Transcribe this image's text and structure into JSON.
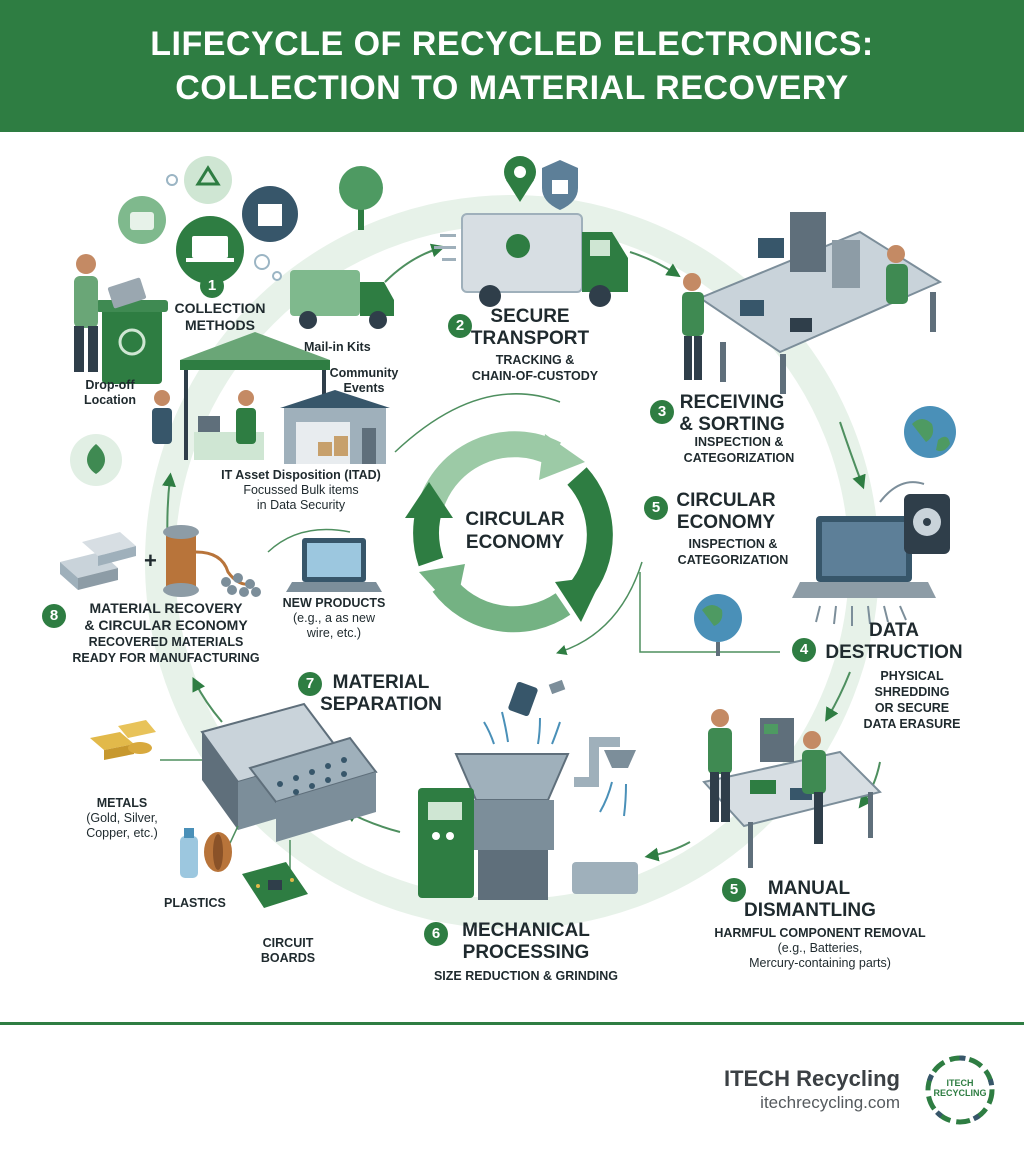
{
  "header": {
    "title_line1": "LIFECYCLE OF RECYCLED ELECTRONICS:",
    "title_line2": "COLLECTION TO MATERIAL RECOVERY"
  },
  "center": {
    "line1": "CIRCULAR",
    "line2": "ECONOMY"
  },
  "steps": {
    "collection": {
      "num": "1",
      "title_l1": "COLLECTION",
      "title_l2": "METHODS",
      "dropoff_l1": "Drop-off",
      "dropoff_l2": "Location",
      "mail": "Mail-in Kits",
      "events_l1": "Community",
      "events_l2": "Events",
      "itad_l1": "IT Asset Disposition (ITAD)",
      "itad_l2": "Focussed Bulk items",
      "itad_l3": "in Data Security"
    },
    "transport": {
      "num": "2",
      "title_l1": "SECURE",
      "title_l2": "TRANSPORT",
      "sub_l1": "TRACKING &",
      "sub_l2": "CHAIN-OF-CUSTODY"
    },
    "receiving": {
      "num": "3",
      "title_l1": "RECEIVING",
      "title_l2": "& SORTING",
      "sub_l1": "INSPECTION &",
      "sub_l2": "CATEGORIZATION"
    },
    "circular": {
      "num": "5",
      "title_l1": "CIRCULAR",
      "title_l2": "ECONOMY",
      "sub_l1": "INSPECTION &",
      "sub_l2": "CATEGORIZATION"
    },
    "destruction": {
      "num": "4",
      "title_l1": "DATA",
      "title_l2": "DESTRUCTION",
      "sub_l1": "PHYSICAL",
      "sub_l2": "SHREDDING",
      "sub_l3": "OR SECURE",
      "sub_l4": "DATA ERASURE"
    },
    "dismantling": {
      "num": "5",
      "title_l1": "MANUAL",
      "title_l2": "DISMANTLING",
      "sub_l1": "HARMFUL COMPONENT REMOVAL",
      "sub_l2": "(e.g., Batteries,",
      "sub_l3": "Mercury-containing parts)"
    },
    "mechanical": {
      "num": "6",
      "title_l1": "MECHANICAL",
      "title_l2": "PROCESSING",
      "sub": "SIZE REDUCTION & GRINDING"
    },
    "separation": {
      "num": "7",
      "title_l1": "MATERIAL",
      "title_l2": "SEPARATION",
      "metals_l1": "METALS",
      "metals_l2": "(Gold, Silver,",
      "metals_l3": "Copper, etc.)",
      "plastics": "PLASTICS",
      "boards_l1": "CIRCUIT",
      "boards_l2": "BOARDS"
    },
    "recovery": {
      "num": "8",
      "title_l1": "MATERIAL RECOVERY",
      "title_l2": "& CIRCULAR ECONOMY",
      "sub_l1": "RECOVERED MATERIALS",
      "sub_l2": "READY FOR MANUFACTURING",
      "new_l1": "NEW PRODUCTS",
      "new_l2": "(e.g., a as new",
      "new_l3": "wire, etc.)",
      "plus": "+"
    }
  },
  "footer": {
    "brand": "ITECH Recycling",
    "url": "itechrecycling.com",
    "logo_l1": "ITECH",
    "logo_l2": "RECYCLING"
  },
  "colors": {
    "brand_green": "#2e7d42",
    "light_green": "#a8d5b0",
    "ring": "#e4f1e6",
    "slate": "#4a5a68"
  }
}
